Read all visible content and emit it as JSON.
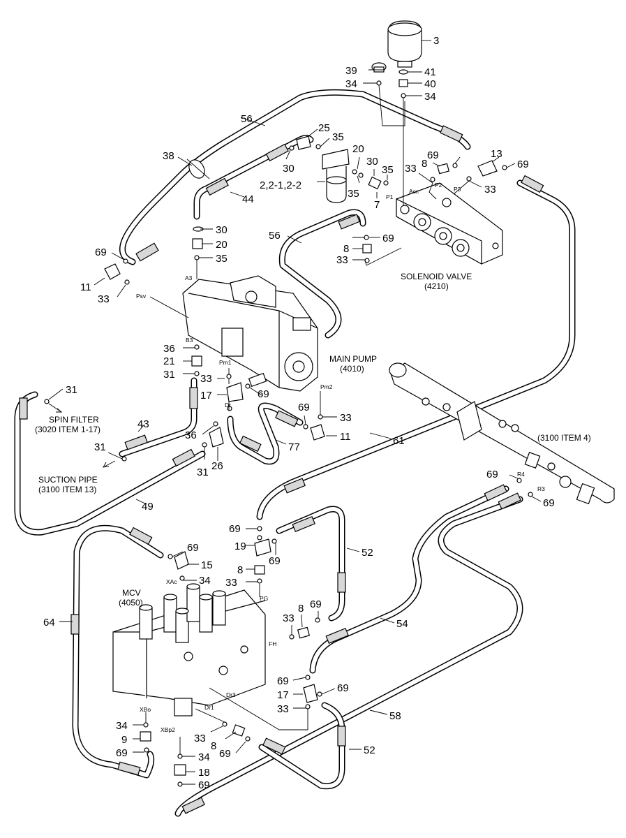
{
  "components": {
    "main_pump": [
      "MAIN PUMP",
      "(4010)"
    ],
    "solenoid_valve": [
      "SOLENOID VALVE",
      "(4210)"
    ],
    "mcv": [
      "MCV",
      "(4050)"
    ],
    "spin_filter": [
      "SPIN FILTER",
      "(3020 ITEM 1-17)"
    ],
    "suction_pipe": [
      "SUCTION PIPE",
      "(3100 ITEM 13)"
    ],
    "manifold": "(3100 ITEM 4)",
    "filter": "2,2-1,2-2"
  },
  "callouts": [
    {
      "id": "c3",
      "text": "3"
    },
    {
      "id": "c39",
      "text": "39"
    },
    {
      "id": "c41",
      "text": "41"
    },
    {
      "id": "c34a",
      "text": "34"
    },
    {
      "id": "c40",
      "text": "40"
    },
    {
      "id": "c34b",
      "text": "34"
    },
    {
      "id": "c56a",
      "text": "56"
    },
    {
      "id": "c25",
      "text": "25"
    },
    {
      "id": "c35a",
      "text": "35"
    },
    {
      "id": "c38",
      "text": "38"
    },
    {
      "id": "c30a",
      "text": "30"
    },
    {
      "id": "c20a",
      "text": "20"
    },
    {
      "id": "c30b",
      "text": "30"
    },
    {
      "id": "c35b",
      "text": "35"
    },
    {
      "id": "c33a",
      "text": "33"
    },
    {
      "id": "c8a",
      "text": "8"
    },
    {
      "id": "c69a",
      "text": "69"
    },
    {
      "id": "c13",
      "text": "13"
    },
    {
      "id": "c69b",
      "text": "69"
    },
    {
      "id": "c35c",
      "text": "35"
    },
    {
      "id": "c7",
      "text": "7"
    },
    {
      "id": "c33b",
      "text": "33"
    },
    {
      "id": "c44",
      "text": "44"
    },
    {
      "id": "c30c",
      "text": "30"
    },
    {
      "id": "c20b",
      "text": "20"
    },
    {
      "id": "c56b",
      "text": "56"
    },
    {
      "id": "c69c",
      "text": "69"
    },
    {
      "id": "c8b",
      "text": "8"
    },
    {
      "id": "c33c",
      "text": "33"
    },
    {
      "id": "c69d",
      "text": "69"
    },
    {
      "id": "c35d",
      "text": "35"
    },
    {
      "id": "c11a",
      "text": "11"
    },
    {
      "id": "c33d",
      "text": "33"
    },
    {
      "id": "c36a",
      "text": "36"
    },
    {
      "id": "c21",
      "text": "21"
    },
    {
      "id": "c31a",
      "text": "31"
    },
    {
      "id": "c33e",
      "text": "33"
    },
    {
      "id": "c17a",
      "text": "17"
    },
    {
      "id": "c69e",
      "text": "69"
    },
    {
      "id": "c31b",
      "text": "31"
    },
    {
      "id": "c69f",
      "text": "69"
    },
    {
      "id": "c33f",
      "text": "33"
    },
    {
      "id": "c43",
      "text": "43"
    },
    {
      "id": "c36b",
      "text": "36"
    },
    {
      "id": "c11b",
      "text": "11"
    },
    {
      "id": "c61",
      "text": "61"
    },
    {
      "id": "c77",
      "text": "77"
    },
    {
      "id": "c31c",
      "text": "31"
    },
    {
      "id": "c31d",
      "text": "31"
    },
    {
      "id": "c26",
      "text": "26"
    },
    {
      "id": "c69g",
      "text": "69"
    },
    {
      "id": "c69h",
      "text": "69"
    },
    {
      "id": "c49",
      "text": "49"
    },
    {
      "id": "c69i",
      "text": "69"
    },
    {
      "id": "c19",
      "text": "19"
    },
    {
      "id": "c69j",
      "text": "69"
    },
    {
      "id": "c52a",
      "text": "52"
    },
    {
      "id": "c69k",
      "text": "69"
    },
    {
      "id": "c15",
      "text": "15"
    },
    {
      "id": "c34c",
      "text": "34"
    },
    {
      "id": "c8c",
      "text": "8"
    },
    {
      "id": "c33g",
      "text": "33"
    },
    {
      "id": "c8d",
      "text": "8"
    },
    {
      "id": "c69l",
      "text": "69"
    },
    {
      "id": "c33h",
      "text": "33"
    },
    {
      "id": "c64",
      "text": "64"
    },
    {
      "id": "c54",
      "text": "54"
    },
    {
      "id": "c69m",
      "text": "69"
    },
    {
      "id": "c17b",
      "text": "17"
    },
    {
      "id": "c69n",
      "text": "69"
    },
    {
      "id": "c33i",
      "text": "33"
    },
    {
      "id": "c58",
      "text": "58"
    },
    {
      "id": "c34d",
      "text": "34"
    },
    {
      "id": "c9",
      "text": "9"
    },
    {
      "id": "c33j",
      "text": "33"
    },
    {
      "id": "c8e",
      "text": "8"
    },
    {
      "id": "c69o",
      "text": "69"
    },
    {
      "id": "c52b",
      "text": "52"
    },
    {
      "id": "c69p",
      "text": "69"
    },
    {
      "id": "c34e",
      "text": "34"
    },
    {
      "id": "c18",
      "text": "18"
    },
    {
      "id": "c69q",
      "text": "69"
    }
  ],
  "ports": [
    {
      "id": "p1",
      "text": "P1"
    },
    {
      "id": "p2",
      "text": "P2"
    },
    {
      "id": "p3",
      "text": "P3"
    },
    {
      "id": "acc",
      "text": "Acc"
    },
    {
      "id": "a3",
      "text": "A3"
    },
    {
      "id": "psv",
      "text": "Psv"
    },
    {
      "id": "b3",
      "text": "B3"
    },
    {
      "id": "pm1",
      "text": "Pm1"
    },
    {
      "id": "dr",
      "text": "Dr"
    },
    {
      "id": "pm2",
      "text": "Pm2"
    },
    {
      "id": "r4",
      "text": "R4"
    },
    {
      "id": "r3",
      "text": "R3"
    },
    {
      "id": "xac",
      "text": "XAc"
    },
    {
      "id": "pg",
      "text": "PG"
    },
    {
      "id": "fh",
      "text": "FH"
    },
    {
      "id": "dr3",
      "text": "Dr3"
    },
    {
      "id": "dr1",
      "text": "Dr1"
    },
    {
      "id": "xbo",
      "text": "XBo"
    },
    {
      "id": "xbp2",
      "text": "XBp2"
    }
  ]
}
